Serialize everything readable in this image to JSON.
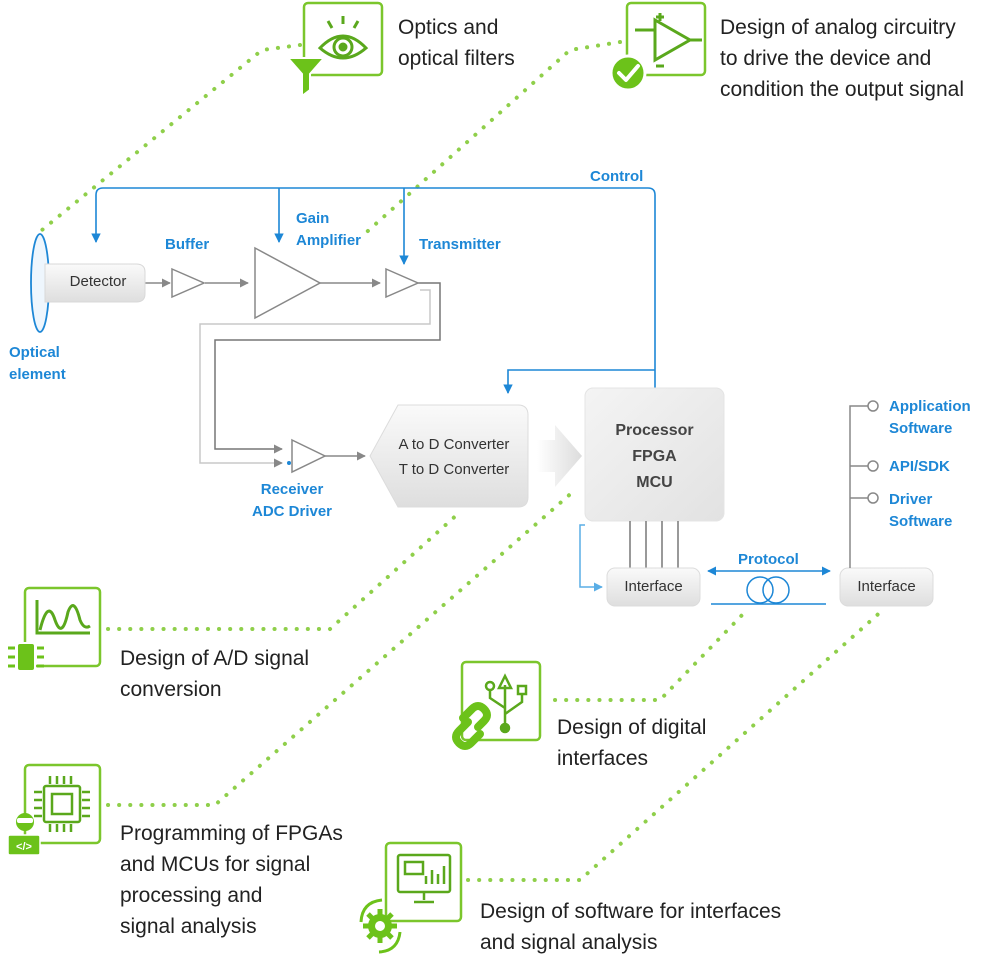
{
  "colors": {
    "accent_green": "#6cc21a",
    "accent_blue": "#1d87d6",
    "text_dark": "#222222",
    "line_gray": "#888888"
  },
  "captions": {
    "optics": [
      "Optics and",
      "optical filters"
    ],
    "analog": [
      "Design of analog circuitry",
      "to drive the device and",
      "condition the output signal"
    ],
    "ad": [
      "Design of A/D signal",
      "conversion"
    ],
    "fpga": [
      "Programming of FPGAs",
      "and MCUs for signal",
      "processing and",
      "signal analysis"
    ],
    "digital": [
      "Design of digital",
      "interfaces"
    ],
    "software": [
      "Design of software for interfaces",
      "and signal analysis"
    ]
  },
  "labels": {
    "control": "Control",
    "buffer": "Buffer",
    "gain_amplifier": [
      "Gain",
      "Amplifier"
    ],
    "transmitter": "Transmitter",
    "optical_element": [
      "Optical",
      "element"
    ],
    "receiver": [
      "Receiver",
      "ADC Driver"
    ],
    "protocol": "Protocol",
    "software_items": [
      [
        "Application",
        "Software"
      ],
      [
        "API/SDK"
      ],
      [
        "Driver",
        "Software"
      ]
    ]
  },
  "boxes": {
    "detector": "Detector",
    "converter": [
      "A to D Converter",
      "T to D Converter"
    ],
    "processor": [
      "Processor",
      "FPGA",
      "MCU"
    ],
    "interface_left": "Interface",
    "interface_right": "Interface"
  },
  "icons": [
    "eye-icon",
    "filter-funnel-icon",
    "op-amp-icon",
    "check-circle-icon",
    "waveform-icon",
    "chip-icon",
    "processor-chip-icon",
    "developer-icon",
    "code-icon",
    "usb-icon",
    "link-icon",
    "monitor-chart-icon",
    "gear-cycle-icon"
  ]
}
